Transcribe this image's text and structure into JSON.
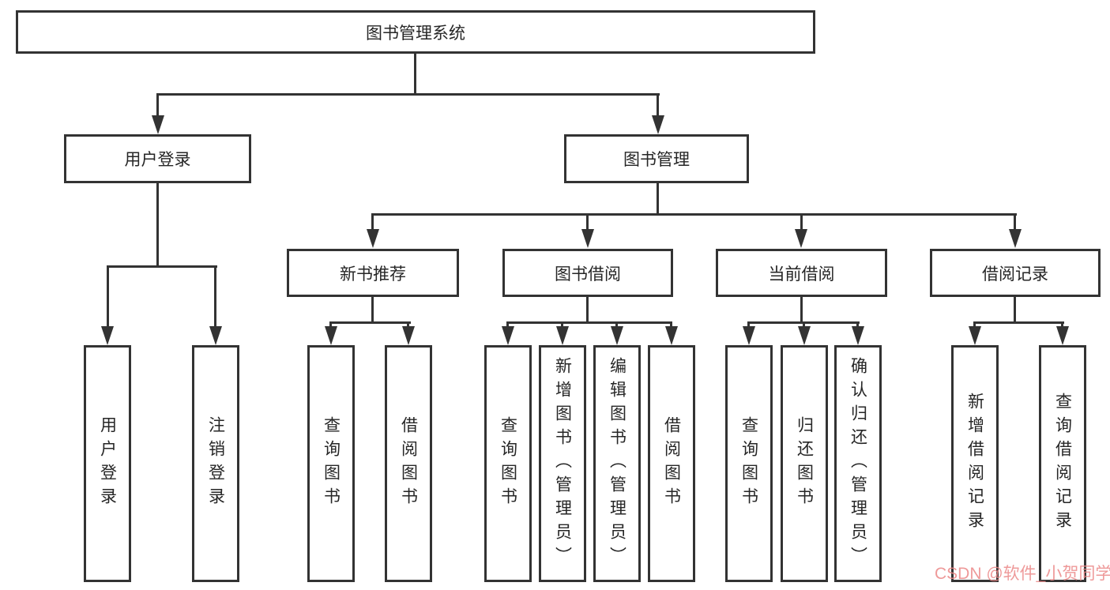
{
  "diagram": {
    "root": {
      "label": "图书管理系统"
    },
    "branches": [
      {
        "label": "用户登录",
        "children": [
          {
            "label": "用户登录"
          },
          {
            "label": "注销登录"
          }
        ]
      },
      {
        "label": "图书管理",
        "children": [
          {
            "label": "新书推荐",
            "children": [
              {
                "label": "查询图书"
              },
              {
                "label": "借阅图书"
              }
            ]
          },
          {
            "label": "图书借阅",
            "children": [
              {
                "label": "查询图书"
              },
              {
                "label": "新增图书（管理员）"
              },
              {
                "label": "编辑图书（管理员）"
              },
              {
                "label": "借阅图书"
              }
            ]
          },
          {
            "label": "当前借阅",
            "children": [
              {
                "label": "查询图书"
              },
              {
                "label": "归还图书"
              },
              {
                "label": "确认归还（管理员）"
              }
            ]
          },
          {
            "label": "借阅记录",
            "children": [
              {
                "label": "新增借阅记录"
              },
              {
                "label": "查询借阅记录"
              }
            ]
          }
        ]
      }
    ],
    "watermark": "CSDN @软件_小贺同学",
    "colors": {
      "line": "#333333",
      "text": "#262626",
      "watermark": "#ec8888",
      "background": "#ffffff"
    }
  }
}
